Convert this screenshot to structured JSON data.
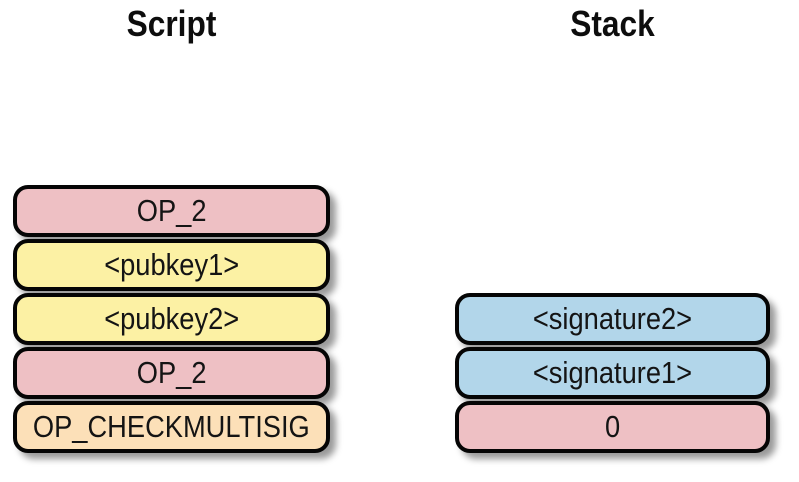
{
  "diagram": {
    "kind": "bitcoin-multisig-script-execution",
    "background": "#ffffff",
    "border_color": "#050505",
    "text_color": "#141414",
    "colors": {
      "opcode_pink": "#eec0c4",
      "pubkey_yellow": "#fcf1a4",
      "crypto_peach": "#fce0b8",
      "signature_blue": "#b2d6ea"
    }
  },
  "script_column": {
    "title": "Script",
    "items": [
      {
        "label": "OP_2",
        "color": "#eec0c4"
      },
      {
        "label": "<pubkey1>",
        "color": "#fcf1a4"
      },
      {
        "label": "<pubkey2>",
        "color": "#fcf1a4"
      },
      {
        "label": "OP_2",
        "color": "#eec0c4"
      },
      {
        "label": "OP_CHECKMULTISIG",
        "color": "#fce0b8"
      }
    ]
  },
  "stack_column": {
    "title": "Stack",
    "items": [
      {
        "label": "<signature2>",
        "color": "#b2d6ea"
      },
      {
        "label": "<signature1>",
        "color": "#b2d6ea"
      },
      {
        "label": "0",
        "color": "#eec0c4"
      }
    ]
  }
}
